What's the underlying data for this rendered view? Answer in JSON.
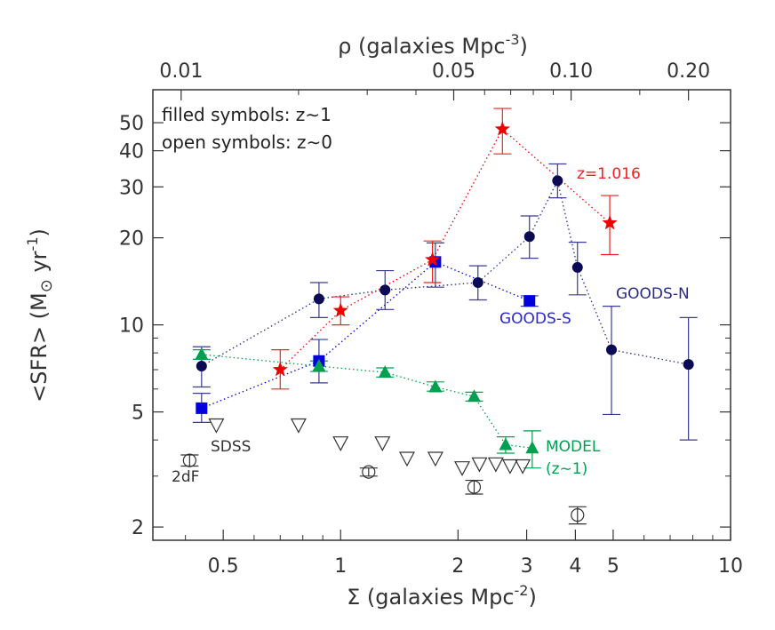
{
  "chart_data": {
    "type": "scatter",
    "title": "",
    "xlabel": "Σ (galaxies Mpc",
    "xlabel_sup": "-2",
    "xlabel_close": ")",
    "ylabel": "<SFR> (M",
    "ylabel_sun": "⊙",
    "ylabel_unit": " yr",
    "ylabel_sup": "-1",
    "ylabel_close": ")",
    "top_label": "ρ (galaxies Mpc",
    "top_label_sup": "-3",
    "top_label_close": ")",
    "x_scale": "log",
    "y_scale": "log",
    "xlim": [
      0.33,
      10
    ],
    "ylim": [
      1.8,
      65
    ],
    "x_ticks": [
      {
        "value": 0.5,
        "label": "0.5"
      },
      {
        "value": 1,
        "label": "1"
      },
      {
        "value": 2,
        "label": "2"
      },
      {
        "value": 3,
        "label": "3"
      },
      {
        "value": 4,
        "label": "4"
      },
      {
        "value": 5,
        "label": "5"
      },
      {
        "value": 10,
        "label": "10"
      }
    ],
    "x_minor_ticks": [
      0.4,
      0.6,
      0.7,
      0.8,
      0.9,
      6,
      7,
      8,
      9
    ],
    "y_ticks": [
      {
        "value": 2,
        "label": "2"
      },
      {
        "value": 5,
        "label": "5"
      },
      {
        "value": 10,
        "label": "10"
      },
      {
        "value": 20,
        "label": "20"
      },
      {
        "value": 30,
        "label": "30"
      },
      {
        "value": 40,
        "label": "40"
      },
      {
        "value": 50,
        "label": "50"
      }
    ],
    "y_minor_ticks": [
      3,
      4,
      6,
      7,
      8,
      9
    ],
    "top_ticks": [
      {
        "label": "0.01",
        "x_equiv": 0.39
      },
      {
        "label": "0.05",
        "x_equiv": 1.95
      },
      {
        "label": "0.10",
        "x_equiv": 3.9
      },
      {
        "label": "0.20",
        "x_equiv": 7.8
      }
    ],
    "top_minor_ticks_x_equiv": [
      0.78,
      1.17,
      1.56,
      2.34,
      2.73,
      3.12,
      3.51,
      5.85
    ],
    "legend": {
      "line1": "filled symbols: z∼1",
      "line2": "open symbols: z∼0",
      "placement": "top-left"
    },
    "series": [
      {
        "name": "GOODS-N",
        "marker": "filled-circle",
        "color": "#0a0a55",
        "error_color": "#3a3a90",
        "line": "dotted",
        "points": [
          {
            "x": 0.44,
            "y": 7.2,
            "lo": 6.1,
            "hi": 8.4
          },
          {
            "x": 0.88,
            "y": 12.3,
            "lo": 10.6,
            "hi": 14.0
          },
          {
            "x": 1.3,
            "y": 13.2,
            "lo": 11.3,
            "hi": 15.4
          },
          {
            "x": 2.25,
            "y": 14.0,
            "lo": 12.2,
            "hi": 16.0
          },
          {
            "x": 3.05,
            "y": 20.2,
            "lo": 17.0,
            "hi": 23.8
          },
          {
            "x": 3.6,
            "y": 31.5,
            "lo": 27.5,
            "hi": 36.0
          },
          {
            "x": 4.05,
            "y": 15.8,
            "lo": 12.7,
            "hi": 19.3
          },
          {
            "x": 4.95,
            "y": 8.2,
            "lo": 4.9,
            "hi": 11.6
          },
          {
            "x": 7.8,
            "y": 7.3,
            "lo": 4.0,
            "hi": 10.6
          }
        ]
      },
      {
        "name": "GOODS-S",
        "marker": "filled-square",
        "color": "#0000dd",
        "error_color": "#3a3a90",
        "line": "dotted",
        "points": [
          {
            "x": 0.44,
            "y": 5.15,
            "lo": 4.6,
            "hi": 5.8
          },
          {
            "x": 0.88,
            "y": 7.5,
            "lo": 6.3,
            "hi": 8.9
          },
          {
            "x": 1.75,
            "y": 16.5,
            "lo": 13.5,
            "hi": 19.2
          },
          {
            "x": 3.05,
            "y": 12.1,
            "lo": 11.6,
            "hi": 12.6
          }
        ]
      },
      {
        "name": "z=1.016",
        "marker": "filled-star",
        "color": "#ee0000",
        "error_color": "#ee2222",
        "line": "dotted",
        "points": [
          {
            "x": 0.7,
            "y": 7.0,
            "lo": 6.0,
            "hi": 8.2
          },
          {
            "x": 1.0,
            "y": 11.2,
            "lo": 10.0,
            "hi": 12.5
          },
          {
            "x": 1.72,
            "y": 16.8,
            "lo": 14.0,
            "hi": 19.5
          },
          {
            "x": 2.6,
            "y": 47.5,
            "lo": 39.0,
            "hi": 56.0
          },
          {
            "x": 4.9,
            "y": 22.5,
            "lo": 17.5,
            "hi": 28.0
          }
        ]
      },
      {
        "name": "MODEL",
        "name_line2": "(z∼1)",
        "marker": "filled-triangle",
        "color": "#00a050",
        "error_color": "#00a050",
        "line": "dotted",
        "points": [
          {
            "x": 0.44,
            "y": 7.9,
            "lo": 7.6,
            "hi": 8.2
          },
          {
            "x": 0.88,
            "y": 7.2,
            "lo": 6.9,
            "hi": 7.5
          },
          {
            "x": 1.3,
            "y": 6.85,
            "lo": 6.6,
            "hi": 7.1
          },
          {
            "x": 1.75,
            "y": 6.1,
            "lo": 5.9,
            "hi": 6.35
          },
          {
            "x": 2.2,
            "y": 5.65,
            "lo": 5.45,
            "hi": 5.85
          },
          {
            "x": 2.65,
            "y": 3.85,
            "lo": 3.6,
            "hi": 4.1
          },
          {
            "x": 3.1,
            "y": 3.75,
            "lo": 3.2,
            "hi": 4.3
          }
        ]
      },
      {
        "name": "SDSS",
        "marker": "open-triangle-down",
        "color": "#333333",
        "line": "none",
        "points": [
          {
            "x": 0.48,
            "y": 4.5
          },
          {
            "x": 0.78,
            "y": 4.5
          },
          {
            "x": 1.0,
            "y": 3.9
          },
          {
            "x": 1.28,
            "y": 3.9
          },
          {
            "x": 1.48,
            "y": 3.45
          },
          {
            "x": 1.75,
            "y": 3.45
          },
          {
            "x": 2.05,
            "y": 3.2
          },
          {
            "x": 2.27,
            "y": 3.3
          },
          {
            "x": 2.5,
            "y": 3.3
          },
          {
            "x": 2.72,
            "y": 3.25
          },
          {
            "x": 2.93,
            "y": 3.25
          }
        ]
      },
      {
        "name": "2dF",
        "marker": "open-circle",
        "color": "#333333",
        "error_color": "#333333",
        "line": "none",
        "points": [
          {
            "x": 0.41,
            "y": 3.4,
            "lo": 3.25,
            "hi": 3.55
          },
          {
            "x": 1.18,
            "y": 3.1,
            "lo": 3.0,
            "hi": 3.2
          },
          {
            "x": 2.2,
            "y": 2.75,
            "lo": 2.6,
            "hi": 2.9
          },
          {
            "x": 4.05,
            "y": 2.2,
            "lo": 2.05,
            "hi": 2.35
          }
        ]
      }
    ],
    "annotations": [
      {
        "text": "GOODS-N",
        "color": "#2a2a88"
      },
      {
        "text": "GOODS-S",
        "color": "#2a2acc"
      },
      {
        "text": "z=1.016",
        "color": "#ee2222"
      },
      {
        "text": "MODEL",
        "color": "#00a050"
      },
      {
        "text": "(z∼1)",
        "color": "#00a050"
      },
      {
        "text": "SDSS",
        "color": "#333333"
      },
      {
        "text": "2dF",
        "color": "#333333"
      }
    ]
  }
}
